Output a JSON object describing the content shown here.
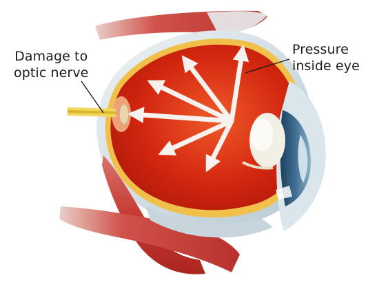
{
  "labels": {
    "optic_nerve": {
      "line1": "Damage to",
      "line2": "optic nerve"
    },
    "pressure": {
      "line1": "Pressure",
      "line2": "inside eye"
    }
  },
  "colors": {
    "eyeball_interior": "#d22a12",
    "sclera": "#d9e3e8",
    "muscle": "#c8453f",
    "lens": "#f2efe4",
    "arrow": "#f7f2ee",
    "optic_nerve": "#f1d660"
  }
}
